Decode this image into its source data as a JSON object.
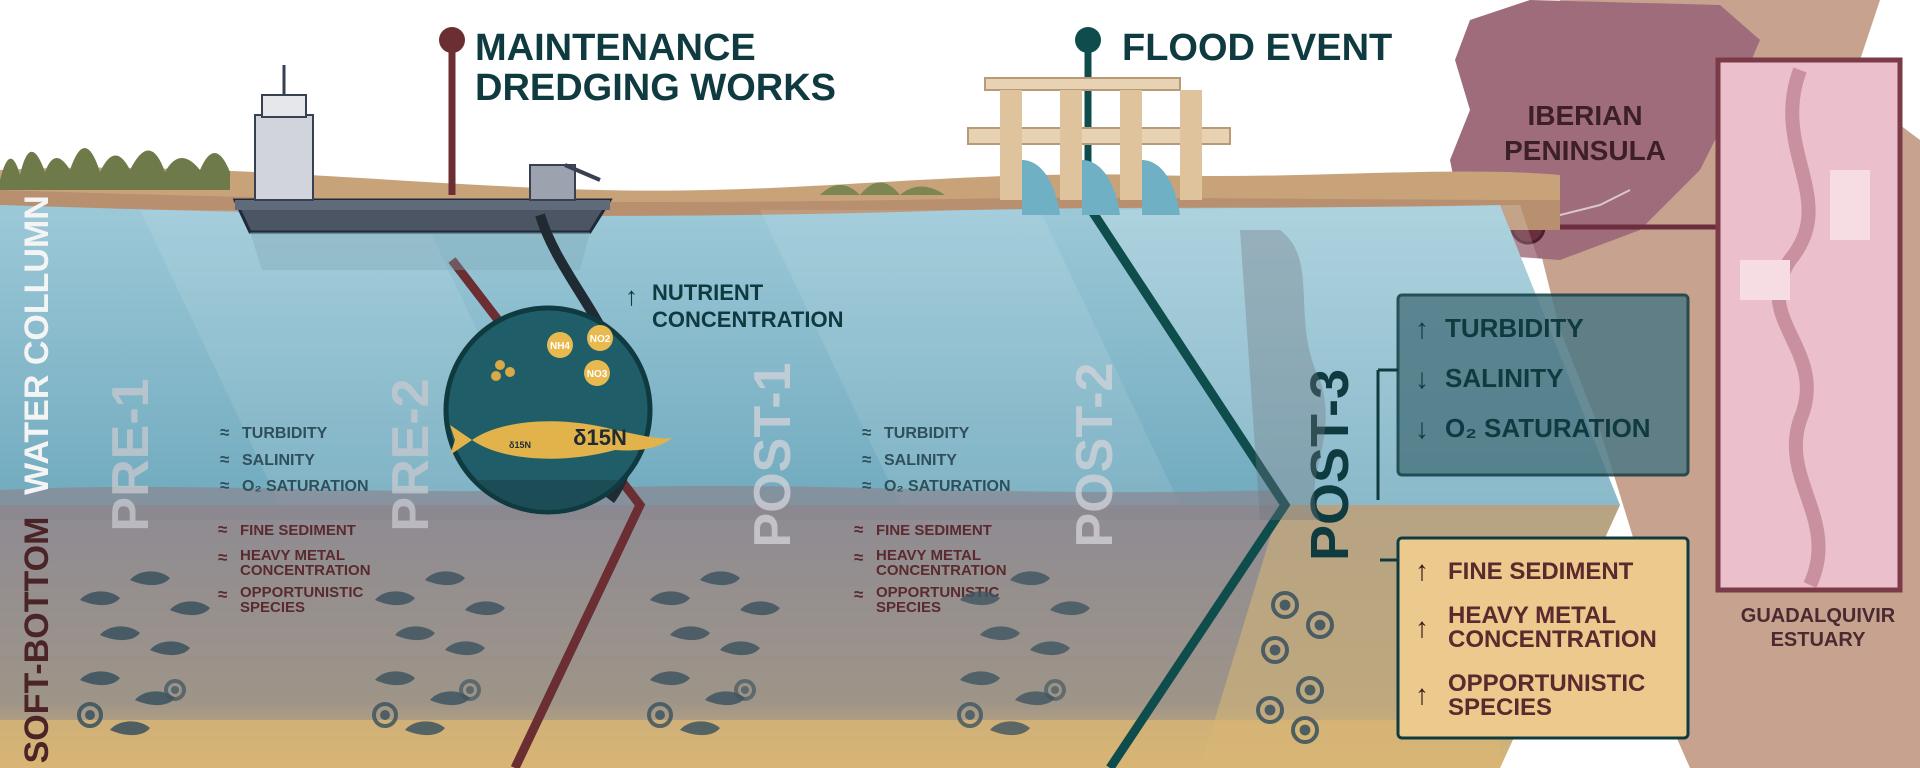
{
  "events": {
    "dredging": {
      "line1": "MAINTENANCE",
      "line2": "DREDGING WORKS"
    },
    "flood": "FLOOD EVENT"
  },
  "zones": {
    "water_column": "WATER COLLUMN",
    "soft_bottom": "SOFT-BOTTOM"
  },
  "periods": [
    "PRE-1",
    "PRE-2",
    "POST-1",
    "POST-2",
    "POST-3"
  ],
  "nutrient": {
    "arrow": "↑",
    "line1": "NUTRIENT",
    "line2": "CONCENTRATION"
  },
  "isotope": {
    "big": "δ15N",
    "small": "δ15N"
  },
  "molecules": [
    "NH4",
    "NO2",
    "NO3"
  ],
  "approx_water": {
    "symbol": "≈",
    "items": [
      "TURBIDITY",
      "SALINITY",
      "O₂ SATURATION"
    ]
  },
  "approx_bottom": {
    "symbol": "≈",
    "items": [
      "FINE SEDIMENT",
      "HEAVY METAL|CONCENTRATION",
      "OPPORTUNISTIC|SPECIES"
    ]
  },
  "post3_water": [
    {
      "arrow": "↑",
      "label": "TURBIDITY"
    },
    {
      "arrow": "↓",
      "label": "SALINITY"
    },
    {
      "arrow": "↓",
      "label": "O₂ SATURATION"
    }
  ],
  "post3_bottom": [
    {
      "arrow": "↑",
      "label": "FINE SEDIMENT"
    },
    {
      "arrow": "↑",
      "label": "HEAVY METAL|CONCENTRATION"
    },
    {
      "arrow": "↑",
      "label": "OPPORTUNISTIC|SPECIES"
    }
  ],
  "map": {
    "peninsula_1": "IBERIAN",
    "peninsula_2": "PENINSULA",
    "estuary_1": "GUADALQUIVIR",
    "estuary_2": "ESTUARY"
  },
  "colors": {
    "dredge_line": "#6b2e33",
    "flood_line": "#0f4c4c",
    "water": "#7fb6c9",
    "bottom": "#8b8890",
    "sand": "#d9b877",
    "text_dark": "#0f3b40",
    "text_brown": "#5a2a2e",
    "peninsula": "#9e6c7b"
  }
}
